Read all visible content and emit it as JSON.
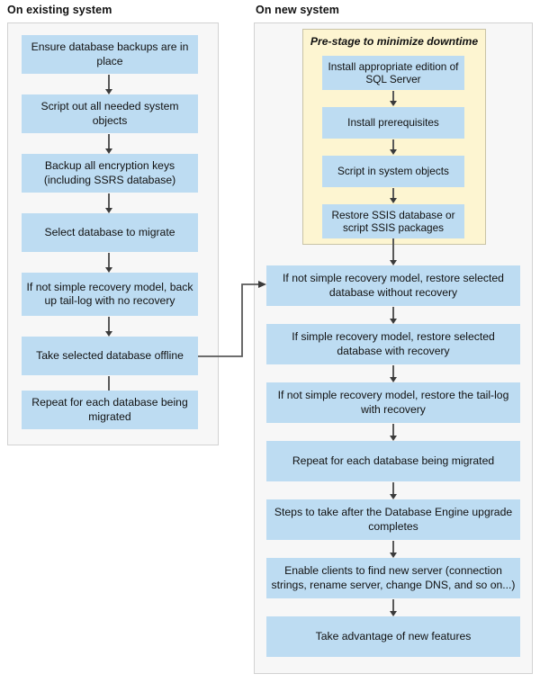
{
  "diagram": {
    "title_existing": "On existing system",
    "title_new": "On new system",
    "colors": {
      "node_fill": "#bddcf2",
      "panel_fill": "#f7f7f7",
      "panel_border": "#d2d2d2",
      "prestage_fill": "#fdf5d1",
      "prestage_border": "#c9c3a6",
      "arrow": "#595959",
      "text": "#111111"
    }
  },
  "existing_system": {
    "steps": [
      {
        "label": "Ensure database backups are in place"
      },
      {
        "label": "Script out all needed system objects"
      },
      {
        "label": "Backup all encryption keys (including SSRS database)"
      },
      {
        "label": "Select database to migrate"
      },
      {
        "label": "If not simple recovery model, back up tail-log with no recovery"
      },
      {
        "label": "Take selected database offline"
      },
      {
        "label": "Repeat for each database being migrated"
      }
    ]
  },
  "new_system": {
    "prestage": {
      "title": "Pre-stage to minimize downtime",
      "steps": [
        {
          "label": "Install appropriate edition of SQL Server"
        },
        {
          "label": "Install prerequisites"
        },
        {
          "label": "Script in system objects"
        },
        {
          "label": "Restore SSIS database or script SSIS packages"
        }
      ]
    },
    "steps": [
      {
        "label": "If not simple recovery model, restore selected database without recovery"
      },
      {
        "label": "If simple recovery model, restore selected database with recovery"
      },
      {
        "label": "If not simple recovery model, restore the tail-log with recovery"
      },
      {
        "label": "Repeat for each database being migrated"
      },
      {
        "label": "Steps to take after the Database Engine upgrade completes"
      },
      {
        "label": "Enable clients to find new server (connection strings, rename server, change DNS, and so on...)"
      },
      {
        "label": "Take advantage of new features"
      }
    ]
  },
  "connector": {
    "from": "Take selected database offline",
    "to": "If not simple recovery model, restore selected database without recovery"
  }
}
